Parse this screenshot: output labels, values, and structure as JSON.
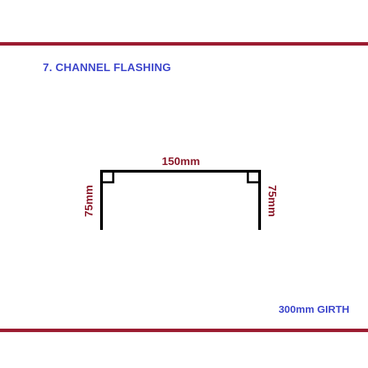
{
  "title": "7. CHANNEL FLASHING",
  "girth_label": "300mm GIRTH",
  "dimensions": {
    "top": "150mm",
    "left": "75mm",
    "right": "75mm"
  },
  "colors": {
    "rule": "#9b1b30",
    "heading": "#3f48cc",
    "dimension": "#8b1a2b",
    "profile": "#000000"
  }
}
